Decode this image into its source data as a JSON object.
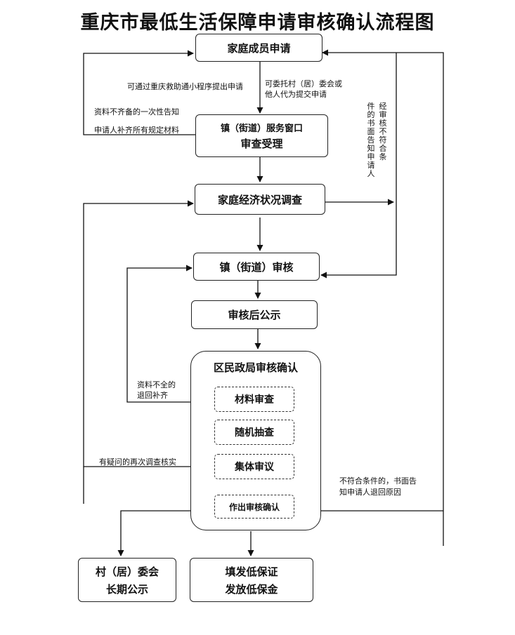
{
  "title": "重庆市最低生活保障申请审核确认流程图",
  "boxes": {
    "apply": "家庭成员申请",
    "window_line1": "镇（街道）服务窗口",
    "window_line2": "审查受理",
    "survey": "家庭经济状况调查",
    "town_review": "镇（街道）审核",
    "publicity": "审核后公示",
    "district": "区民政局审核确认",
    "village_line1": "村（居）委会",
    "village_line2": "长期公示",
    "issue_line1": "填发低保证",
    "issue_line2": "发放低保金"
  },
  "substeps": {
    "material": "材料审查",
    "random": "随机抽查",
    "collective": "集体审议",
    "decision": "作出审核确认"
  },
  "labels": {
    "app_channel": "可通过重庆救助通小程序提出申请",
    "entrust_line1": "可委托村（居）委会或",
    "entrust_line2": "他人代为提交申请",
    "incomplete_line1": "资料不齐备的一次性告知",
    "incomplete_line2": "申请人补齐所有规定材料",
    "not_eligible_v1": "经审核不符合条",
    "not_eligible_v2": "件的书面告知申请人",
    "returned_line1": "资料不全的",
    "returned_line2": "退回补齐",
    "recheck": "有疑问的再次调查核实",
    "reject_line1": "不符合条件的，书面告",
    "reject_line2": "知申请人退回原因"
  }
}
